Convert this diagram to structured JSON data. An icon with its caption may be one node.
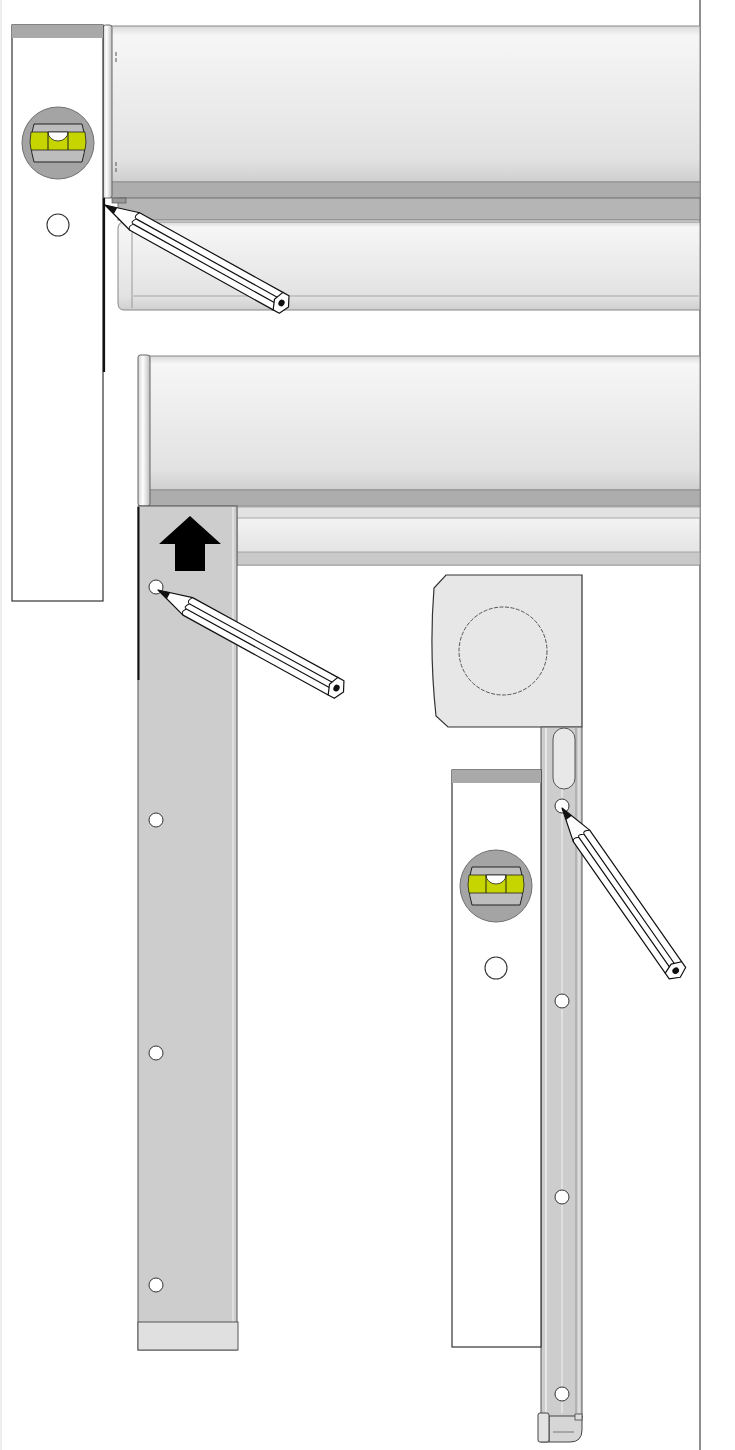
{
  "diagram": {
    "nodes": [
      {
        "text": [],
        "shape": "picture"
      },
      {
        "text": [],
        "shape": "picture"
      },
      {
        "text": [],
        "shape": "picture"
      },
      {
        "text": [],
        "shape": "picture"
      },
      {
        "text": [],
        "shape": "picture"
      },
      {
        "text": [],
        "shape": "picture"
      },
      {
        "text": [],
        "shape": "picture"
      },
      {
        "text": [],
        "shape": "picture"
      },
      {
        "text": [],
        "shape": "picture"
      },
      {
        "text": [],
        "shape": "picture"
      },
      {
        "text": [],
        "shape": "picture"
      },
      {
        "text": [],
        "shape": "picture"
      }
    ]
  }
}
